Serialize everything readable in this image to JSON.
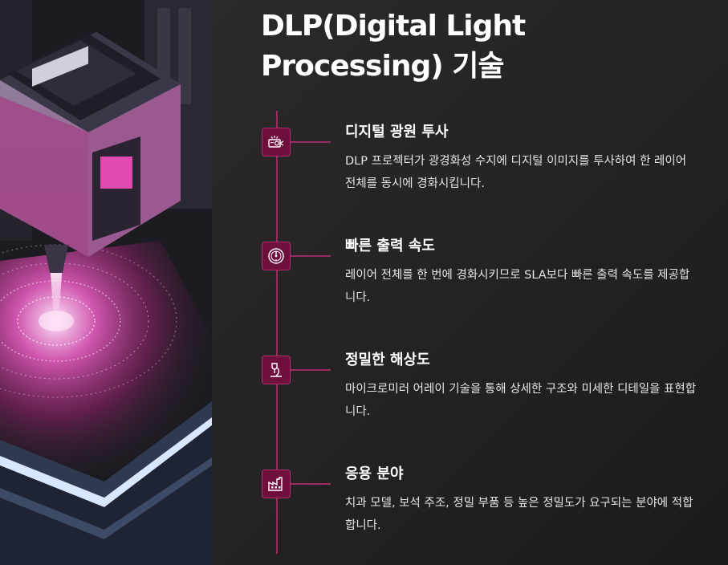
{
  "page": {
    "title": "DLP(Digital Light Processing) 기술"
  },
  "items": [
    {
      "icon": "projector-icon",
      "title": "디지털 광원 투사",
      "description": "DLP 프로젝터가 광경화성 수지에 디지털 이미지를 투사하여 한 레이어 전체를 동시에 경화시킵니다."
    },
    {
      "icon": "speedometer-icon",
      "title": "빠른 출력 속도",
      "description": "레이어 전체를 한 번에 경화시키므로 SLA보다 빠른 출력 속도를 제공합니다."
    },
    {
      "icon": "microscope-icon",
      "title": "정밀한 해상도",
      "description": "마이크로미러 어레이 기술을 통해 상세한 구조와 미세한 디테일을 표현합니다."
    },
    {
      "icon": "factory-icon",
      "title": "응용 분야",
      "description": "치과 모델, 보석 주조, 정밀 부품 등 높은 정밀도가 요구되는 분야에 적합합니다."
    }
  ],
  "colors": {
    "accent": "#6e0f3c",
    "line": "#9a2a62",
    "background": "#242222",
    "text": "#ffffff"
  }
}
